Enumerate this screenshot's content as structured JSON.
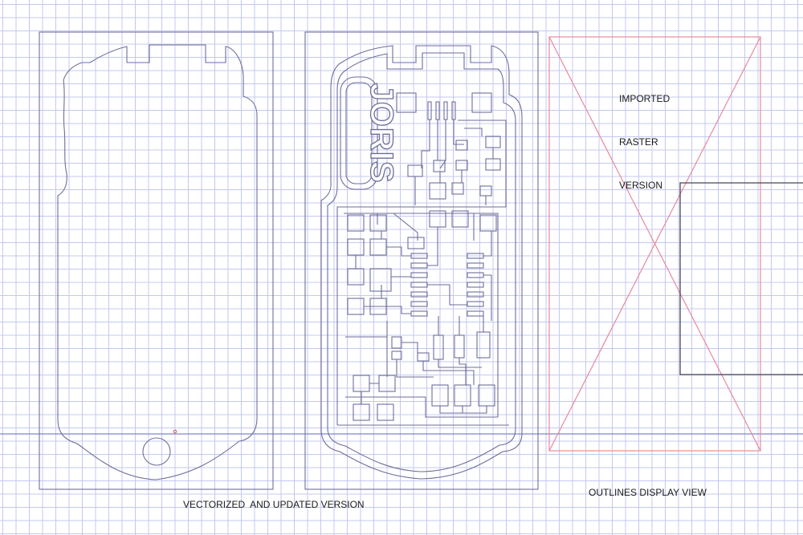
{
  "labels": {
    "raster": [
      "IMPORTED",
      "RASTER",
      "VERSION"
    ],
    "vectorized": "VECTORIZED  AND UPDATED VERSION",
    "outlines": "OUTLINES DISPLAY VIEW",
    "logo_text": "JORIS"
  },
  "colors": {
    "outline": "#6e6e9a",
    "raster_box": "#e88a9c",
    "black_rect": "#444455",
    "guide_line": "#7f86c8"
  }
}
